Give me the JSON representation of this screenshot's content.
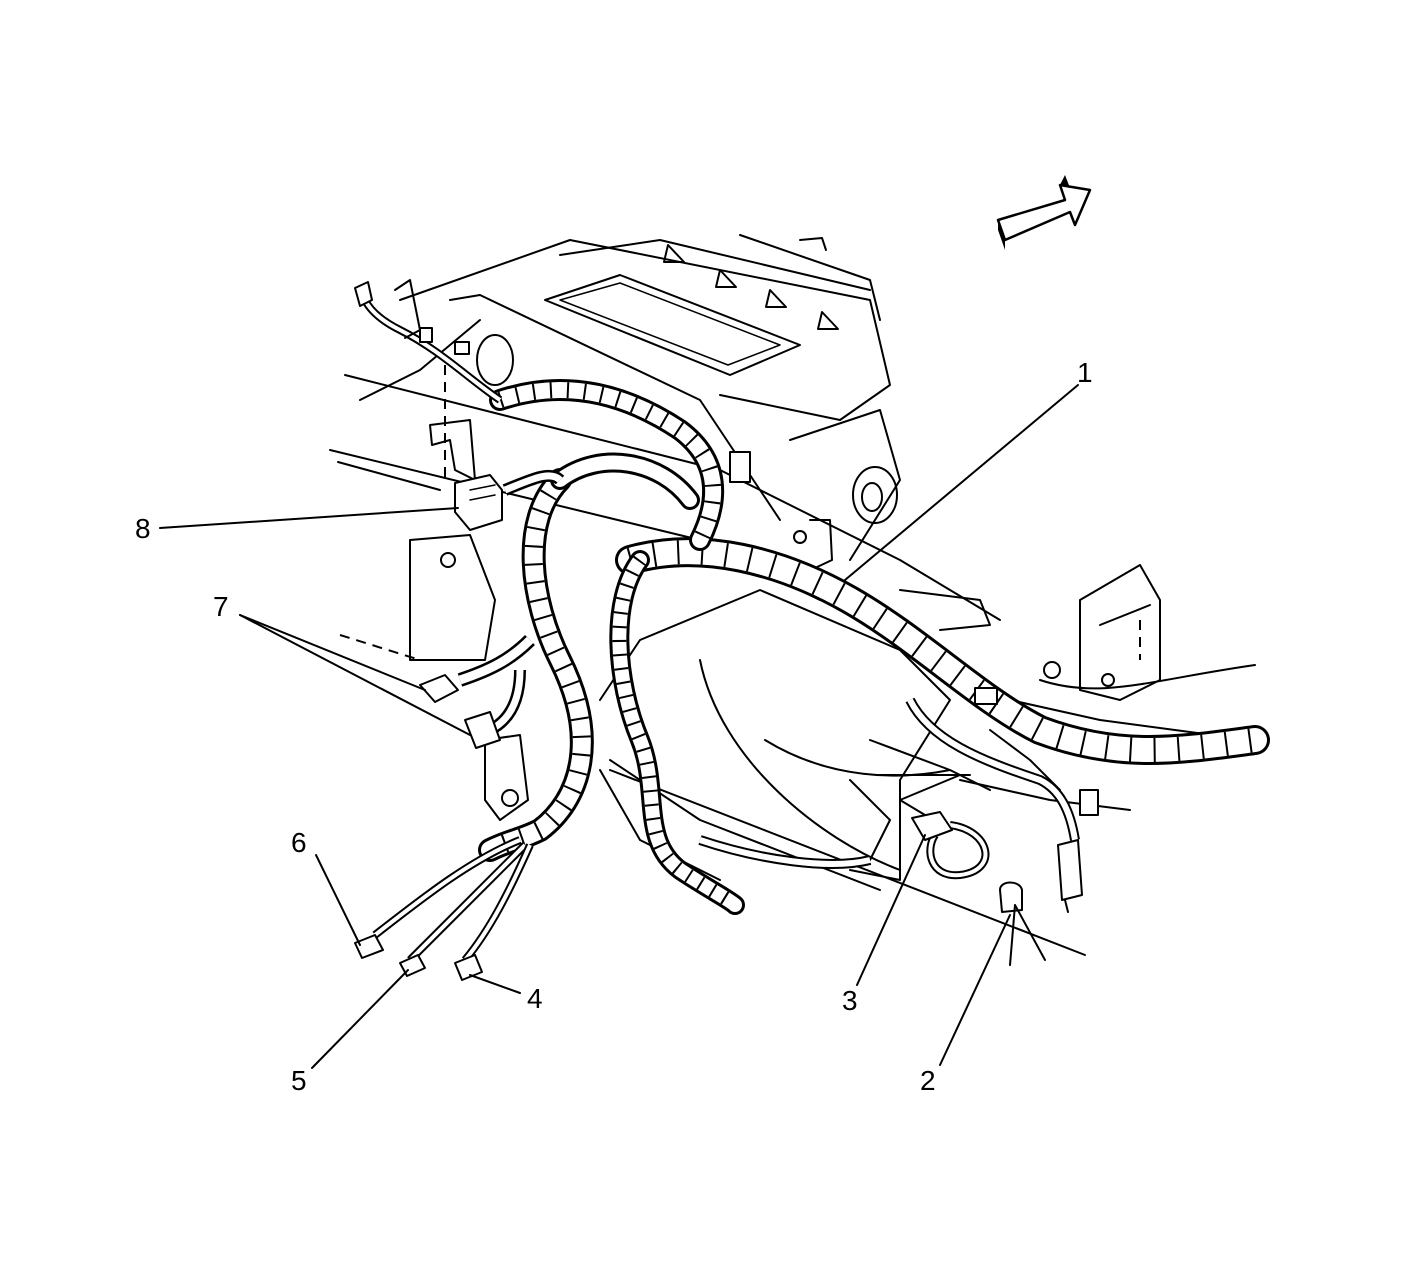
{
  "callouts": [
    {
      "id": "1",
      "label": "1"
    },
    {
      "id": "2",
      "label": "2"
    },
    {
      "id": "3",
      "label": "3"
    },
    {
      "id": "4",
      "label": "4"
    },
    {
      "id": "5",
      "label": "5"
    },
    {
      "id": "6",
      "label": "6"
    },
    {
      "id": "7",
      "label": "7"
    },
    {
      "id": "8",
      "label": "8"
    }
  ],
  "icons": {
    "direction_arrow": "vehicle-front-arrow-icon"
  },
  "colors": {
    "line": "#000000",
    "background": "#ffffff"
  }
}
